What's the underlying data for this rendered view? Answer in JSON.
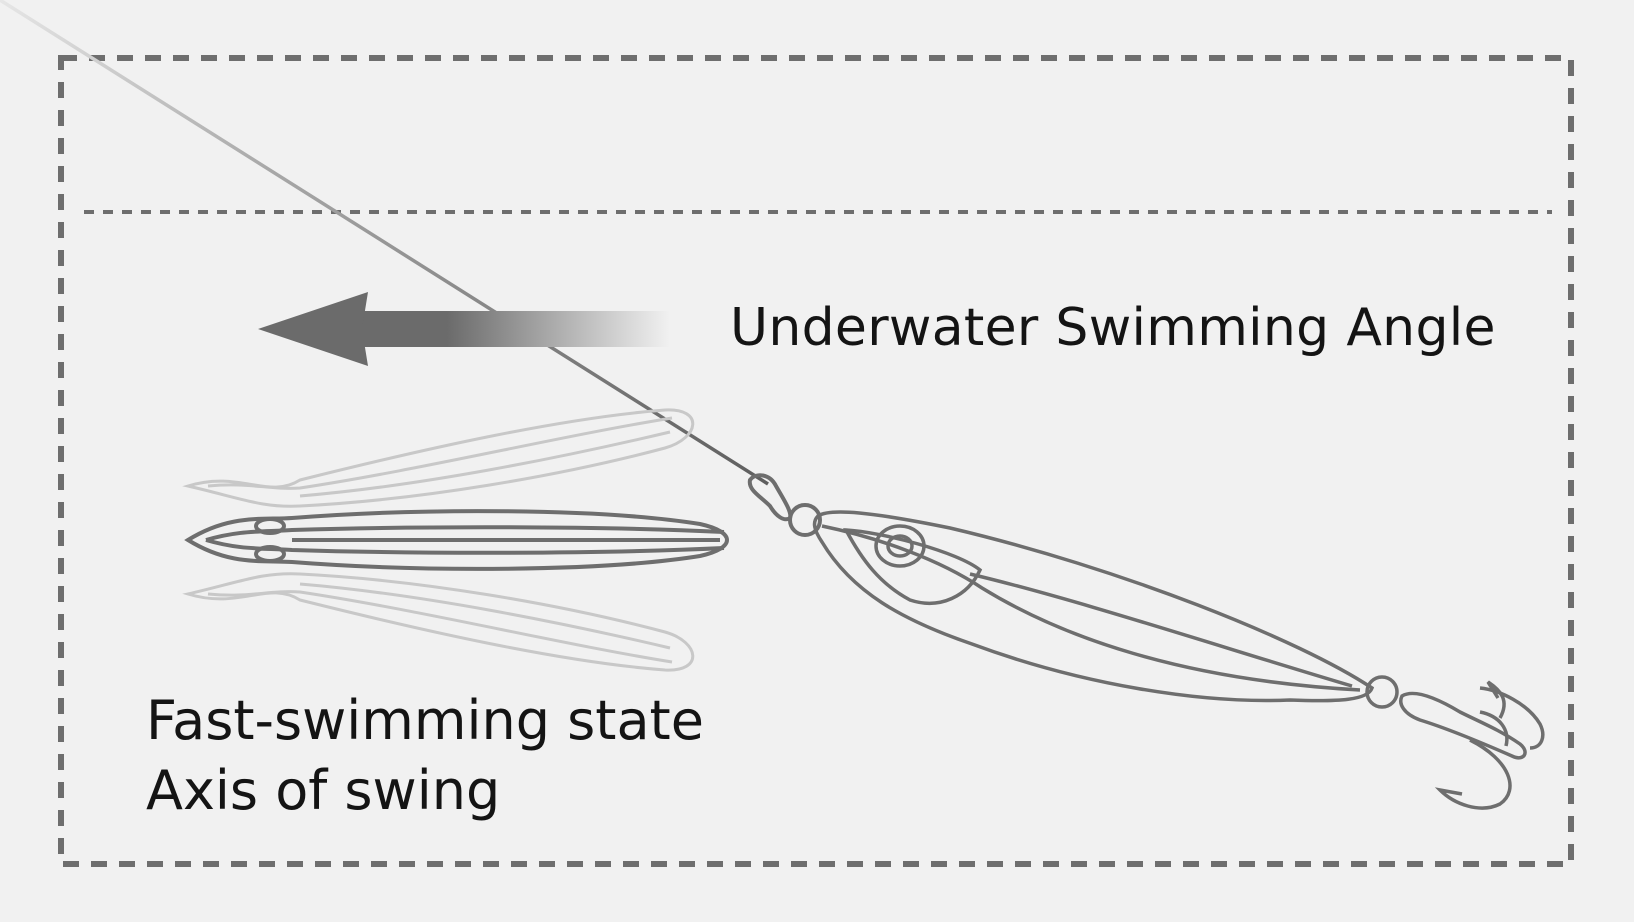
{
  "labels": {
    "title": "Underwater Swimming Angle",
    "state": "Fast-swimming state",
    "axis": "Axis of swing"
  },
  "colors": {
    "background": "#f1f1f1",
    "frame": "#6e6e6e",
    "line": "#6a6a6a",
    "lure_stroke": "#6e6e6e",
    "faded_stroke": "#c4c4c4",
    "text": "#141414"
  },
  "icons": {
    "direction_arrow": "left-arrow-icon",
    "lure": "metal-jig-lure",
    "hook": "treble-hook-icon"
  }
}
